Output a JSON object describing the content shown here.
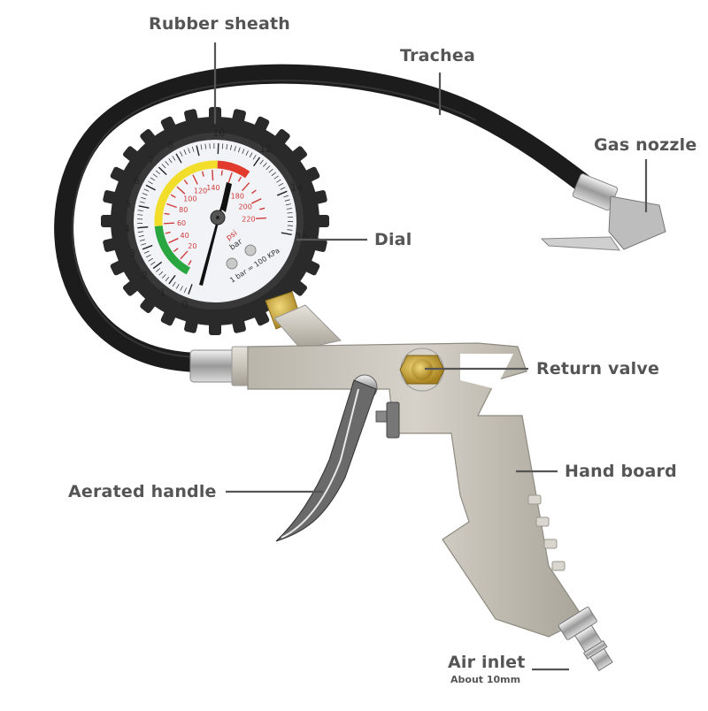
{
  "diagram": {
    "subject": "Tire inflator gun with pressure gauge",
    "labels": {
      "rubber_sheath": "Rubber sheath",
      "trachea": "Trachea",
      "gas_nozzle": "Gas nozzle",
      "dial": "Dial",
      "return_valve": "Return valve",
      "hand_board": "Hand board",
      "aerated_handle": "Aerated handle",
      "air_inlet": "Air inlet",
      "air_inlet_note": "About 10mm"
    },
    "gauge": {
      "bar_ticks": [
        "0",
        "1",
        "2",
        "3",
        "4",
        "5",
        "6",
        "7",
        "8",
        "10",
        "12",
        "14",
        "16"
      ],
      "psi_ticks": [
        "20",
        "40",
        "60",
        "80",
        "100",
        "120",
        "140",
        "180",
        "200",
        "220"
      ],
      "unit_psi": "psi",
      "unit_bar": "bar",
      "conversion": "1 bar = 100 KPa",
      "zones": [
        {
          "name": "green",
          "color": "#2aa640",
          "range_bar": [
            0,
            4
          ]
        },
        {
          "name": "yellow",
          "color": "#f2dd2a",
          "range_bar": [
            4,
            10
          ]
        },
        {
          "name": "red",
          "color": "#e23b2e",
          "range_bar": [
            10,
            12
          ]
        }
      ],
      "psi_color": "#cf3b3b"
    },
    "colors": {
      "label_text": "#555555",
      "leader_line": "#555555",
      "hose": "#1c1c1c",
      "metal": "#c9c6bd",
      "brass": "#c9a644"
    }
  }
}
